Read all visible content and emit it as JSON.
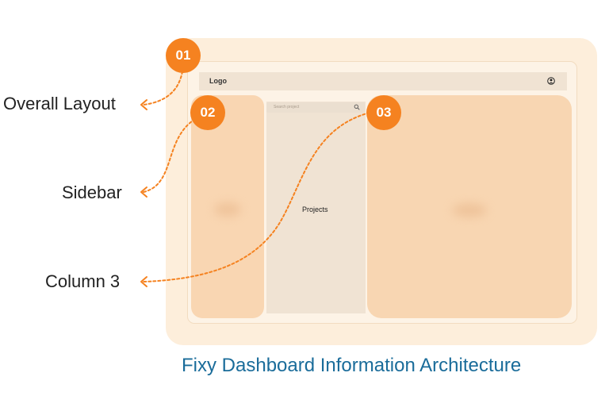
{
  "caption": "Fixy Dashboard Information Architecture",
  "mockup": {
    "logo": "Logo",
    "search_placeholder": "Search project",
    "projects_label": "Projects"
  },
  "callouts": [
    {
      "number": "01",
      "label": "Overall Layout"
    },
    {
      "number": "02",
      "label": "Sidebar"
    },
    {
      "number": "03",
      "label": "Column 3"
    }
  ],
  "colors": {
    "accent": "#f58220",
    "caption": "#1a6c9a",
    "frame_background": "#fdeedb",
    "panel_fill": "#f8d6b2"
  }
}
